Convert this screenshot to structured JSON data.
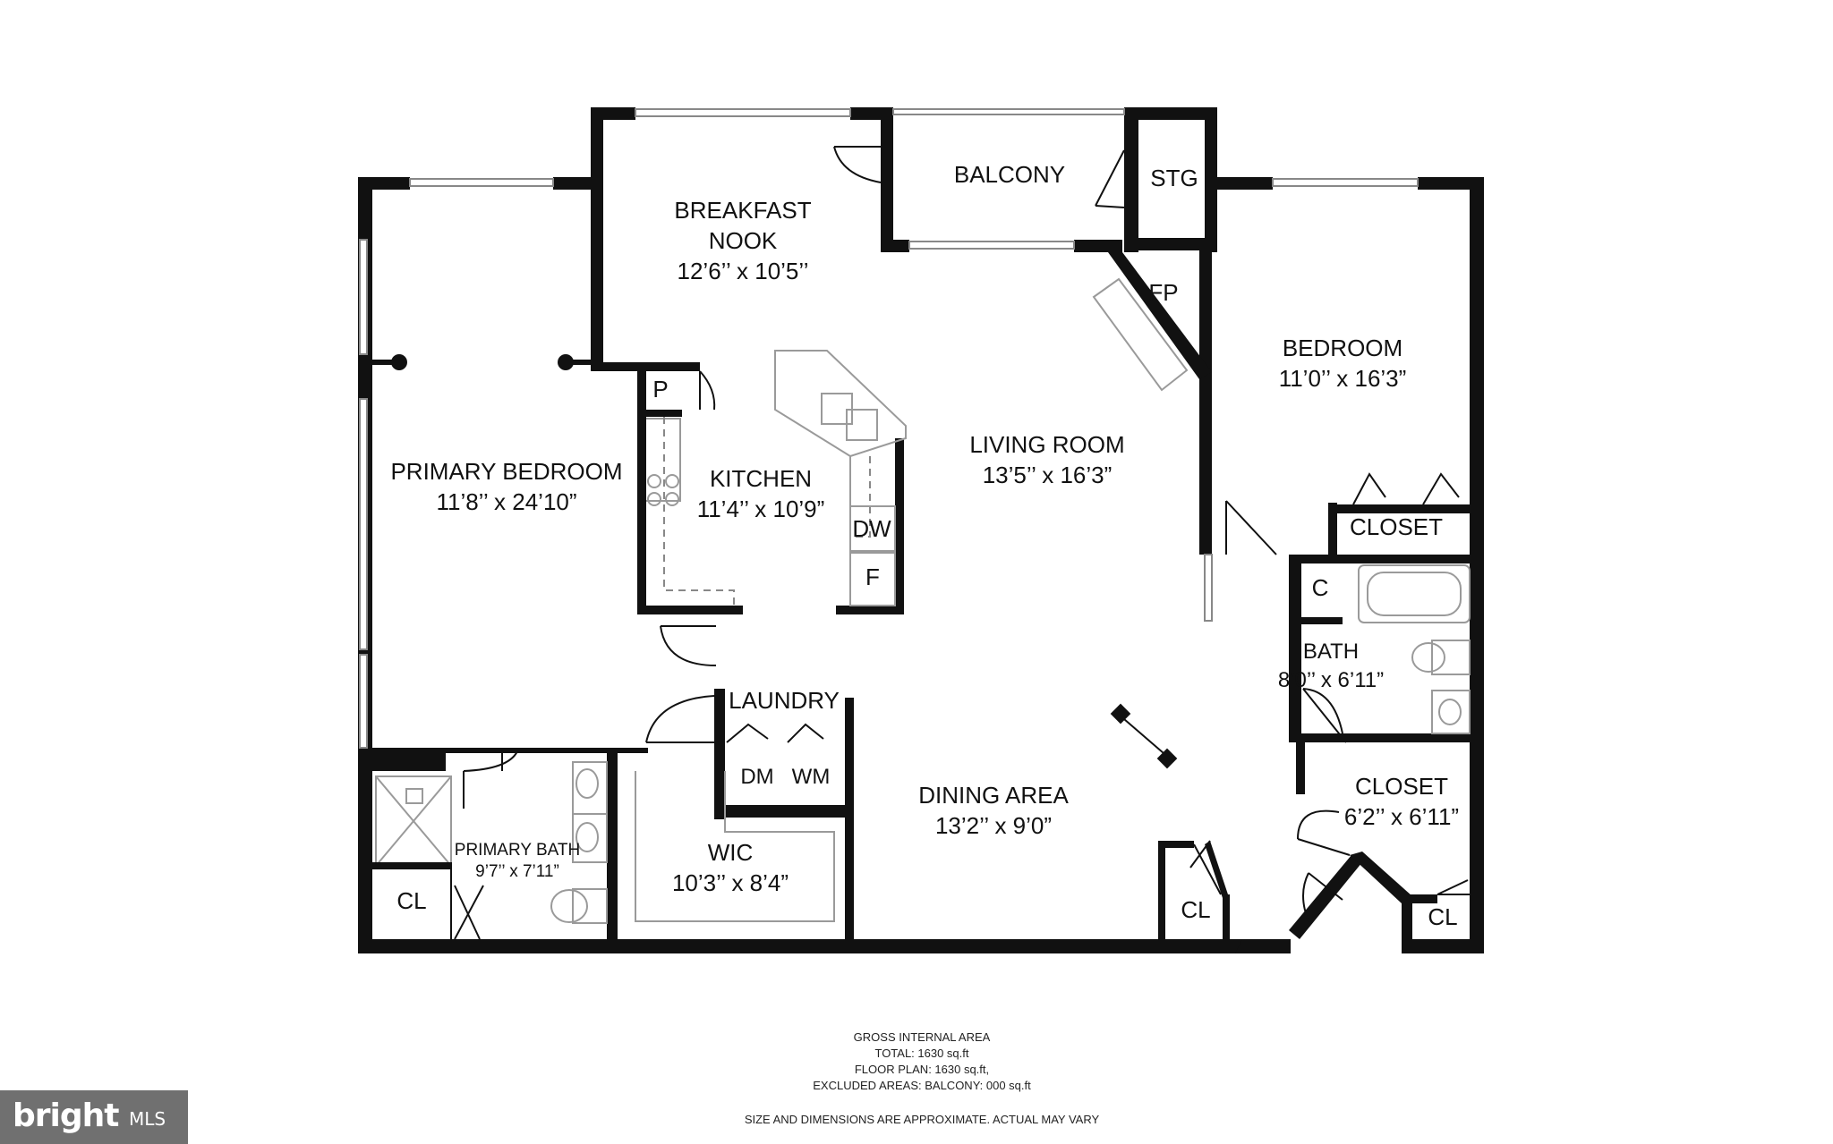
{
  "rooms": {
    "balcony": {
      "name": "BALCONY"
    },
    "storage": {
      "name": "STG"
    },
    "breakfast_nook": {
      "name_line1": "BREAKFAST",
      "name_line2": "NOOK",
      "size": "12’6’’ x 10’5’’"
    },
    "fireplace": {
      "name": "FP"
    },
    "bedroom": {
      "name": "BEDROOM",
      "size": "11’0’’ x 16’3”"
    },
    "pantry": {
      "name": "P"
    },
    "living_room": {
      "name": "LIVING ROOM",
      "size": "13’5’’ x 16’3”"
    },
    "primary_bedroom": {
      "name": "PRIMARY BEDROOM",
      "size": "11’8’’ x 24’10”"
    },
    "kitchen": {
      "name": "KITCHEN",
      "size": "11’4’’ x 10’9”"
    },
    "dishwasher": {
      "name": "DW"
    },
    "fridge": {
      "name": "F"
    },
    "bedroom_closet": {
      "name": "CLOSET"
    },
    "linen_closet": {
      "name": "C"
    },
    "bath": {
      "name": "BATH",
      "size": "8’0’’ x 6’11”"
    },
    "laundry": {
      "name": "LAUNDRY"
    },
    "dryer": {
      "name": "DM"
    },
    "washer": {
      "name": "WM"
    },
    "dining_area": {
      "name": "DINING AREA",
      "size": "13’2’’ x 9’0”"
    },
    "hall_closet": {
      "name": "CLOSET",
      "size": "6’2’’ x 6’11”"
    },
    "primary_bath": {
      "name": "PRIMARY BATH",
      "size": "9’7’’ x 7’11”"
    },
    "wic": {
      "name": "WIC",
      "size": "10’3’’ x 8’4”"
    },
    "primary_closet": {
      "name": "CL"
    },
    "entry_closet": {
      "name": "CL"
    },
    "corner_closet": {
      "name": "CL"
    }
  },
  "area_summary": {
    "heading": "GROSS INTERNAL AREA",
    "total": "TOTAL: 1630 sq.ft",
    "floor_plan": "FLOOR PLAN: 1630 sq.ft,",
    "excluded": "EXCLUDED AREAS: BALCONY: 000 sq.ft"
  },
  "disclaimer": "SIZE AND DIMENSIONS ARE APPROXIMATE. ACTUAL MAY VARY",
  "watermark": {
    "brand": "bright",
    "suffix": "MLS"
  }
}
